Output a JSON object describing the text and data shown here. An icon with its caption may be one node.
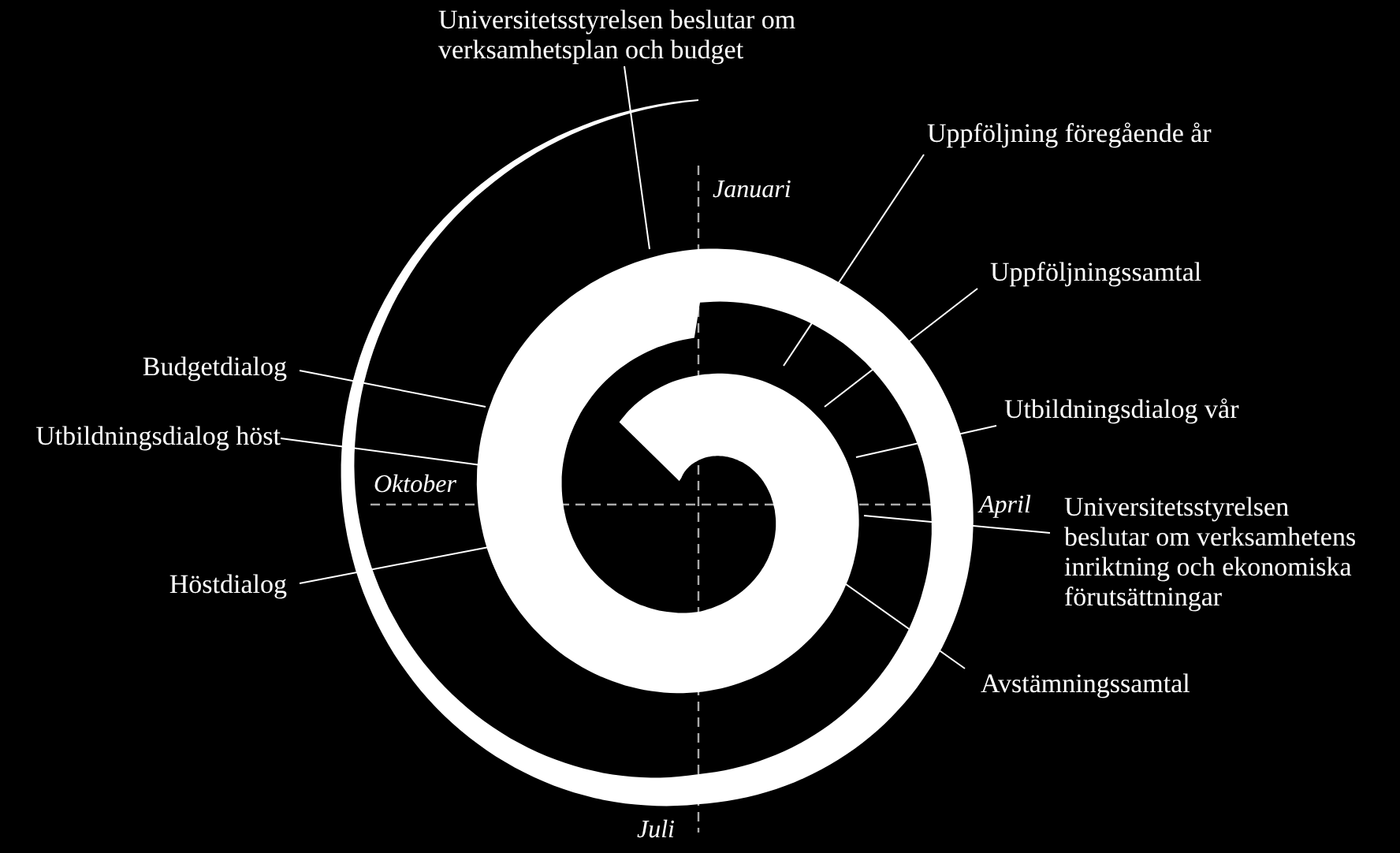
{
  "diagram": {
    "nodes": [
      {
        "text": [
          "Universitetsstyrelsen beslutar om verksamhetsplan och budget"
        ]
      },
      {
        "text": [
          "Uppföljning föregående år"
        ]
      },
      {
        "text": [
          "Uppföljningssamtal"
        ]
      },
      {
        "text": [
          "Utbildningsdialog vår"
        ]
      },
      {
        "text": [
          "Universitetsstyrelsen beslutar om verksamhetens inriktning och ekonomiska förutsättningar"
        ]
      },
      {
        "text": [
          "Avstämningssamtal"
        ]
      },
      {
        "text": [
          "Budgetdialog"
        ]
      },
      {
        "text": [
          "Utbildningsdialog höst"
        ]
      },
      {
        "text": [
          "Höstdialog"
        ]
      }
    ],
    "edges": [
      {
        "from": 0,
        "to": null,
        "arrow": "none"
      },
      {
        "from": 1,
        "to": null,
        "arrow": "none"
      },
      {
        "from": 2,
        "to": null,
        "arrow": "none"
      },
      {
        "from": 3,
        "to": null,
        "arrow": "none"
      },
      {
        "from": 4,
        "to": null,
        "arrow": "none"
      },
      {
        "from": 5,
        "to": null,
        "arrow": "none"
      },
      {
        "from": 6,
        "to": null,
        "arrow": "none"
      },
      {
        "from": 7,
        "to": null,
        "arrow": "none"
      },
      {
        "from": 8,
        "to": null,
        "arrow": "none"
      }
    ],
    "labels": [
      "Januari",
      "Oktober",
      "April",
      "Juli"
    ]
  }
}
